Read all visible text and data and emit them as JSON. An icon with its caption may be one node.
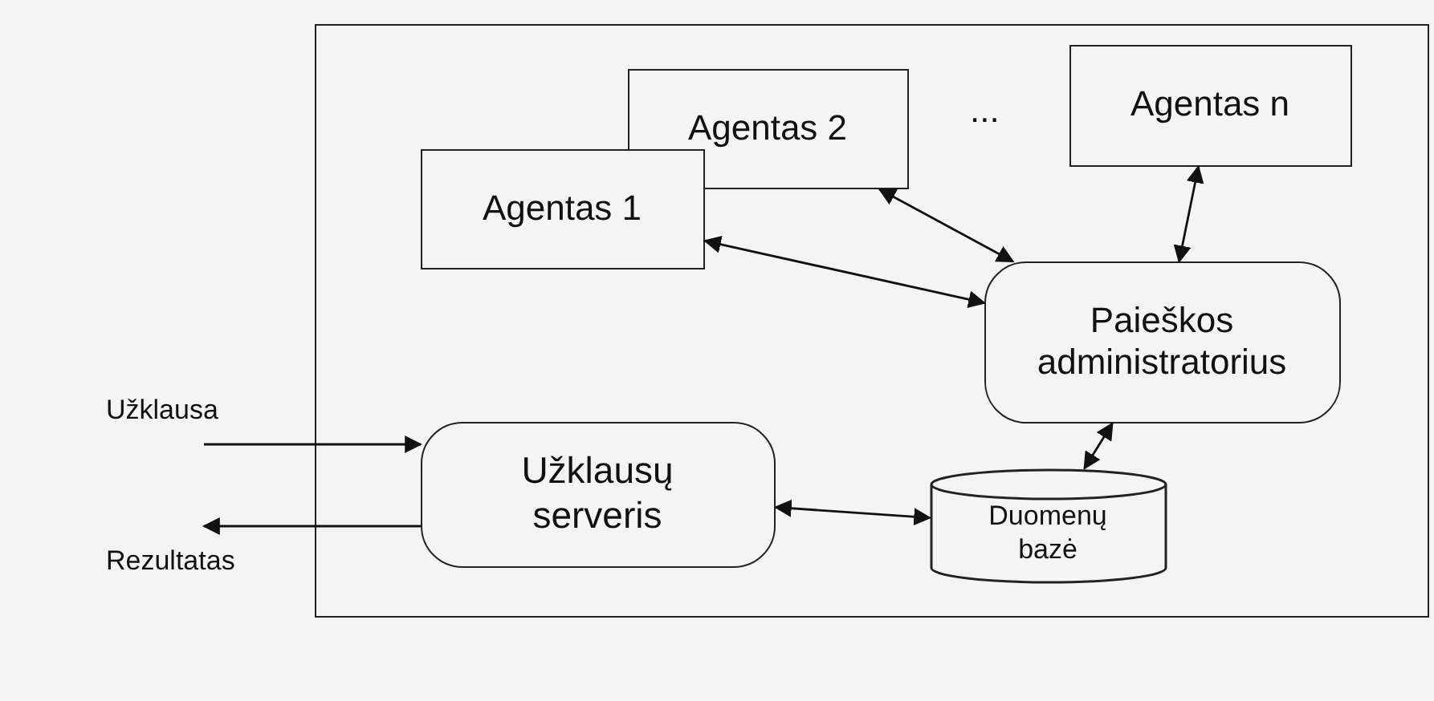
{
  "diagram": {
    "nodes": [
      {
        "text": [],
        "shape": "box"
      },
      {
        "text": [
          "Agentas 2"
        ],
        "in": 0
      },
      {
        "text": [
          "Agentas n"
        ],
        "in": 0
      },
      {
        "text": [
          "Agentas 1"
        ],
        "in": 0
      },
      {
        "text": [
          "Paieškos administratorius"
        ],
        "in": 0
      },
      {
        "text": [
          "Užklausa"
        ]
      },
      {
        "text": [
          "Užklausų serveris"
        ],
        "in": 0
      },
      {
        "text": [
          "Rezultatas"
        ]
      },
      {
        "text": [
          "Duomenų bazė"
        ],
        "in": 0
      }
    ],
    "edges": [
      {
        "from": 1,
        "to": 4,
        "arrow": "both"
      },
      {
        "from": 2,
        "to": 4,
        "arrow": "both"
      },
      {
        "from": 3,
        "to": 4,
        "arrow": "both"
      },
      {
        "from": 5,
        "to": 6,
        "arrow": "to"
      },
      {
        "from": 6,
        "to": 7,
        "arrow": "to"
      },
      {
        "from": 6,
        "to": 8,
        "arrow": "both"
      },
      {
        "from": 8,
        "to": 4,
        "arrow": "both"
      }
    ],
    "labels": [
      "..."
    ]
  }
}
